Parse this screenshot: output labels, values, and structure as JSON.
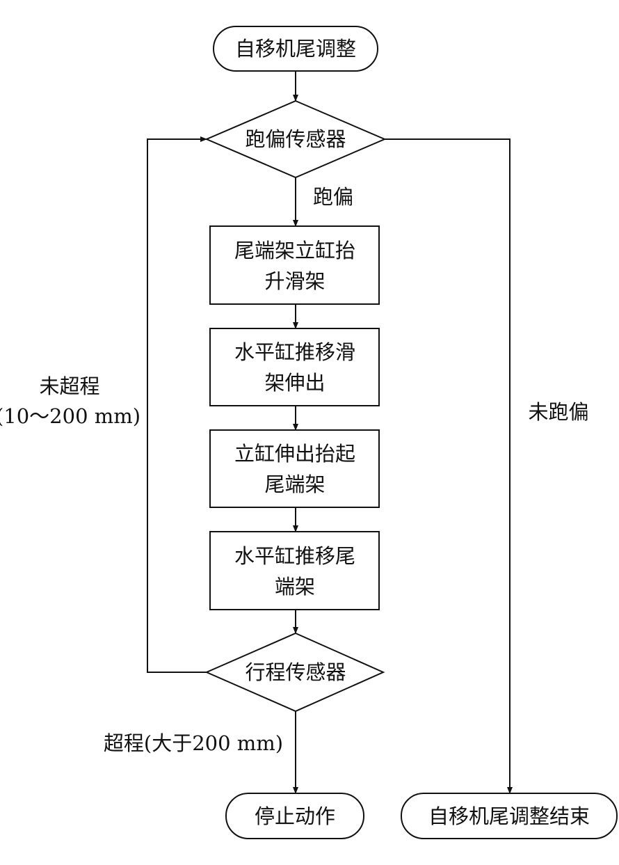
{
  "start": "自移机尾调整",
  "decision_deviation": "跑偏传感器",
  "label_deviated": "跑偏",
  "steps": [
    [
      "尾端架立缸抬",
      "升滑架"
    ],
    [
      "水平缸推移滑",
      "架伸出"
    ],
    [
      "立缸伸出抬起",
      "尾端架"
    ],
    [
      "水平缸推移尾",
      "端架"
    ]
  ],
  "decision_travel": "行程传感器",
  "label_not_over": "未超程",
  "label_not_over_range": "(10～200 mm)",
  "label_not_deviated": "未跑偏",
  "label_over": "超程(大于200 mm)",
  "end_stop": "停止动作",
  "end_done": "自移机尾调整结束"
}
